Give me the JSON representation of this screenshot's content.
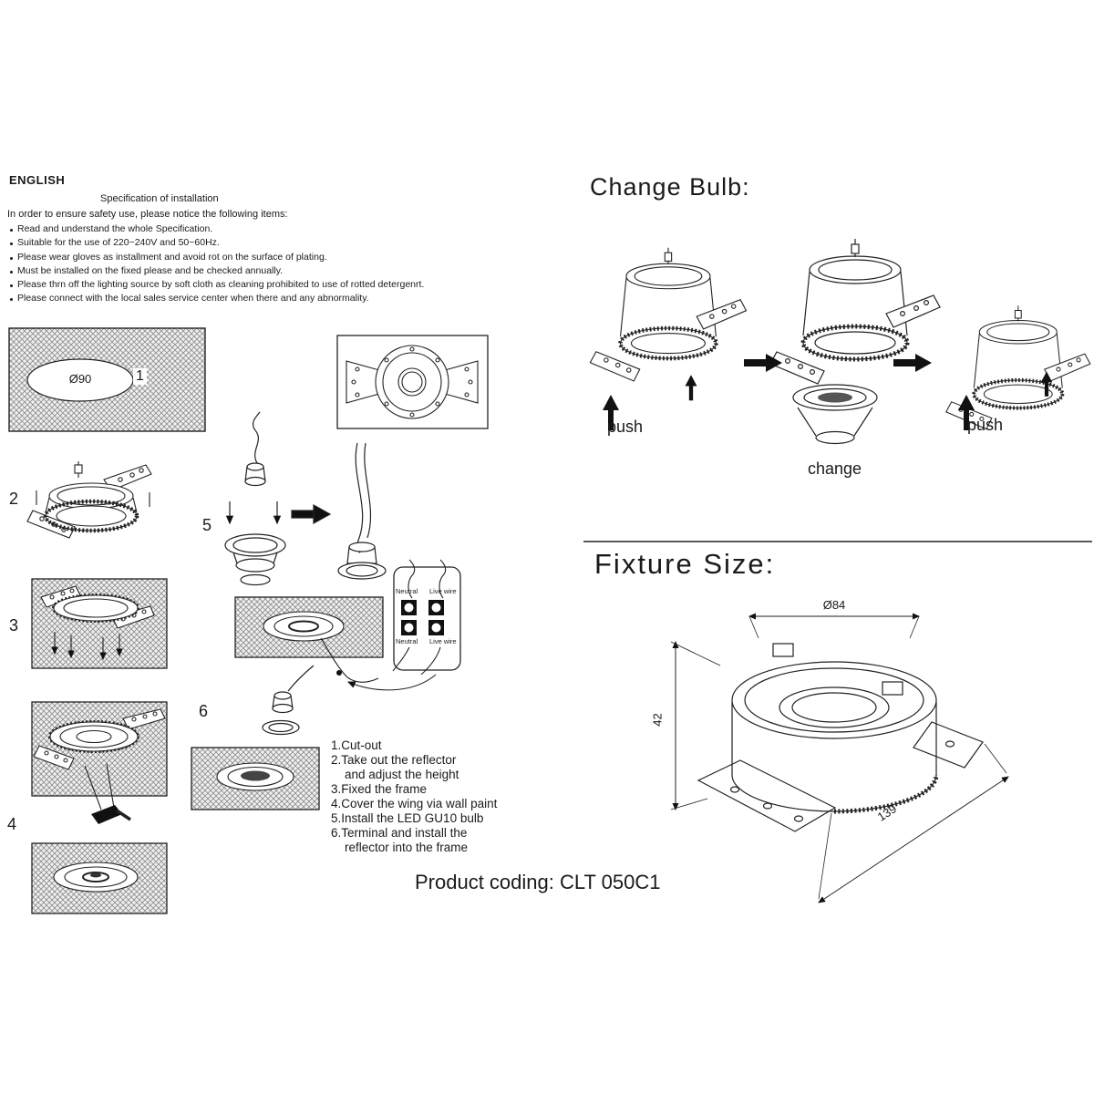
{
  "doc": {
    "language": "ENGLISH",
    "spec_title": "Specification of installation",
    "intro": "In order to ensure safety use, please notice the following items:",
    "safety_items": [
      "Read and understand the whole Specification.",
      "Suitable for the use of 220~240V and 50~60Hz.",
      "Please wear gloves as installment and avoid rot on the surface of plating.",
      "Must be installed on the fixed please and be checked annually.",
      "Please thrn off the lighting source by soft cloth as cleaning prohibited to use of rotted detergenrt.",
      "Please connect with the local sales service center when there and any abnormality."
    ]
  },
  "install": {
    "step_numbers": [
      "1",
      "2",
      "3",
      "4",
      "5",
      "6"
    ],
    "cutout_diameter_label": "Ø90",
    "instruction_lines": [
      "1.Cut-out",
      "2.Take out the reflector",
      "and adjust the height",
      "3.Fixed the frame",
      "4.Cover the wing via wall paint",
      "5.Install the LED GU10 bulb",
      "6.Terminal and install the",
      "reflector into the frame"
    ],
    "wiring_labels": {
      "neutral": "Neutral",
      "live": "Live wire"
    }
  },
  "product": {
    "coding": "Product coding: CLT 050C1"
  },
  "change_bulb": {
    "title": "Change Bulb:",
    "step_labels": [
      "push",
      "change",
      "push"
    ]
  },
  "fixture_size": {
    "title": "Fixture Size:",
    "dimensions": {
      "diameter": "Ø84",
      "height": "42",
      "length": "139"
    }
  }
}
